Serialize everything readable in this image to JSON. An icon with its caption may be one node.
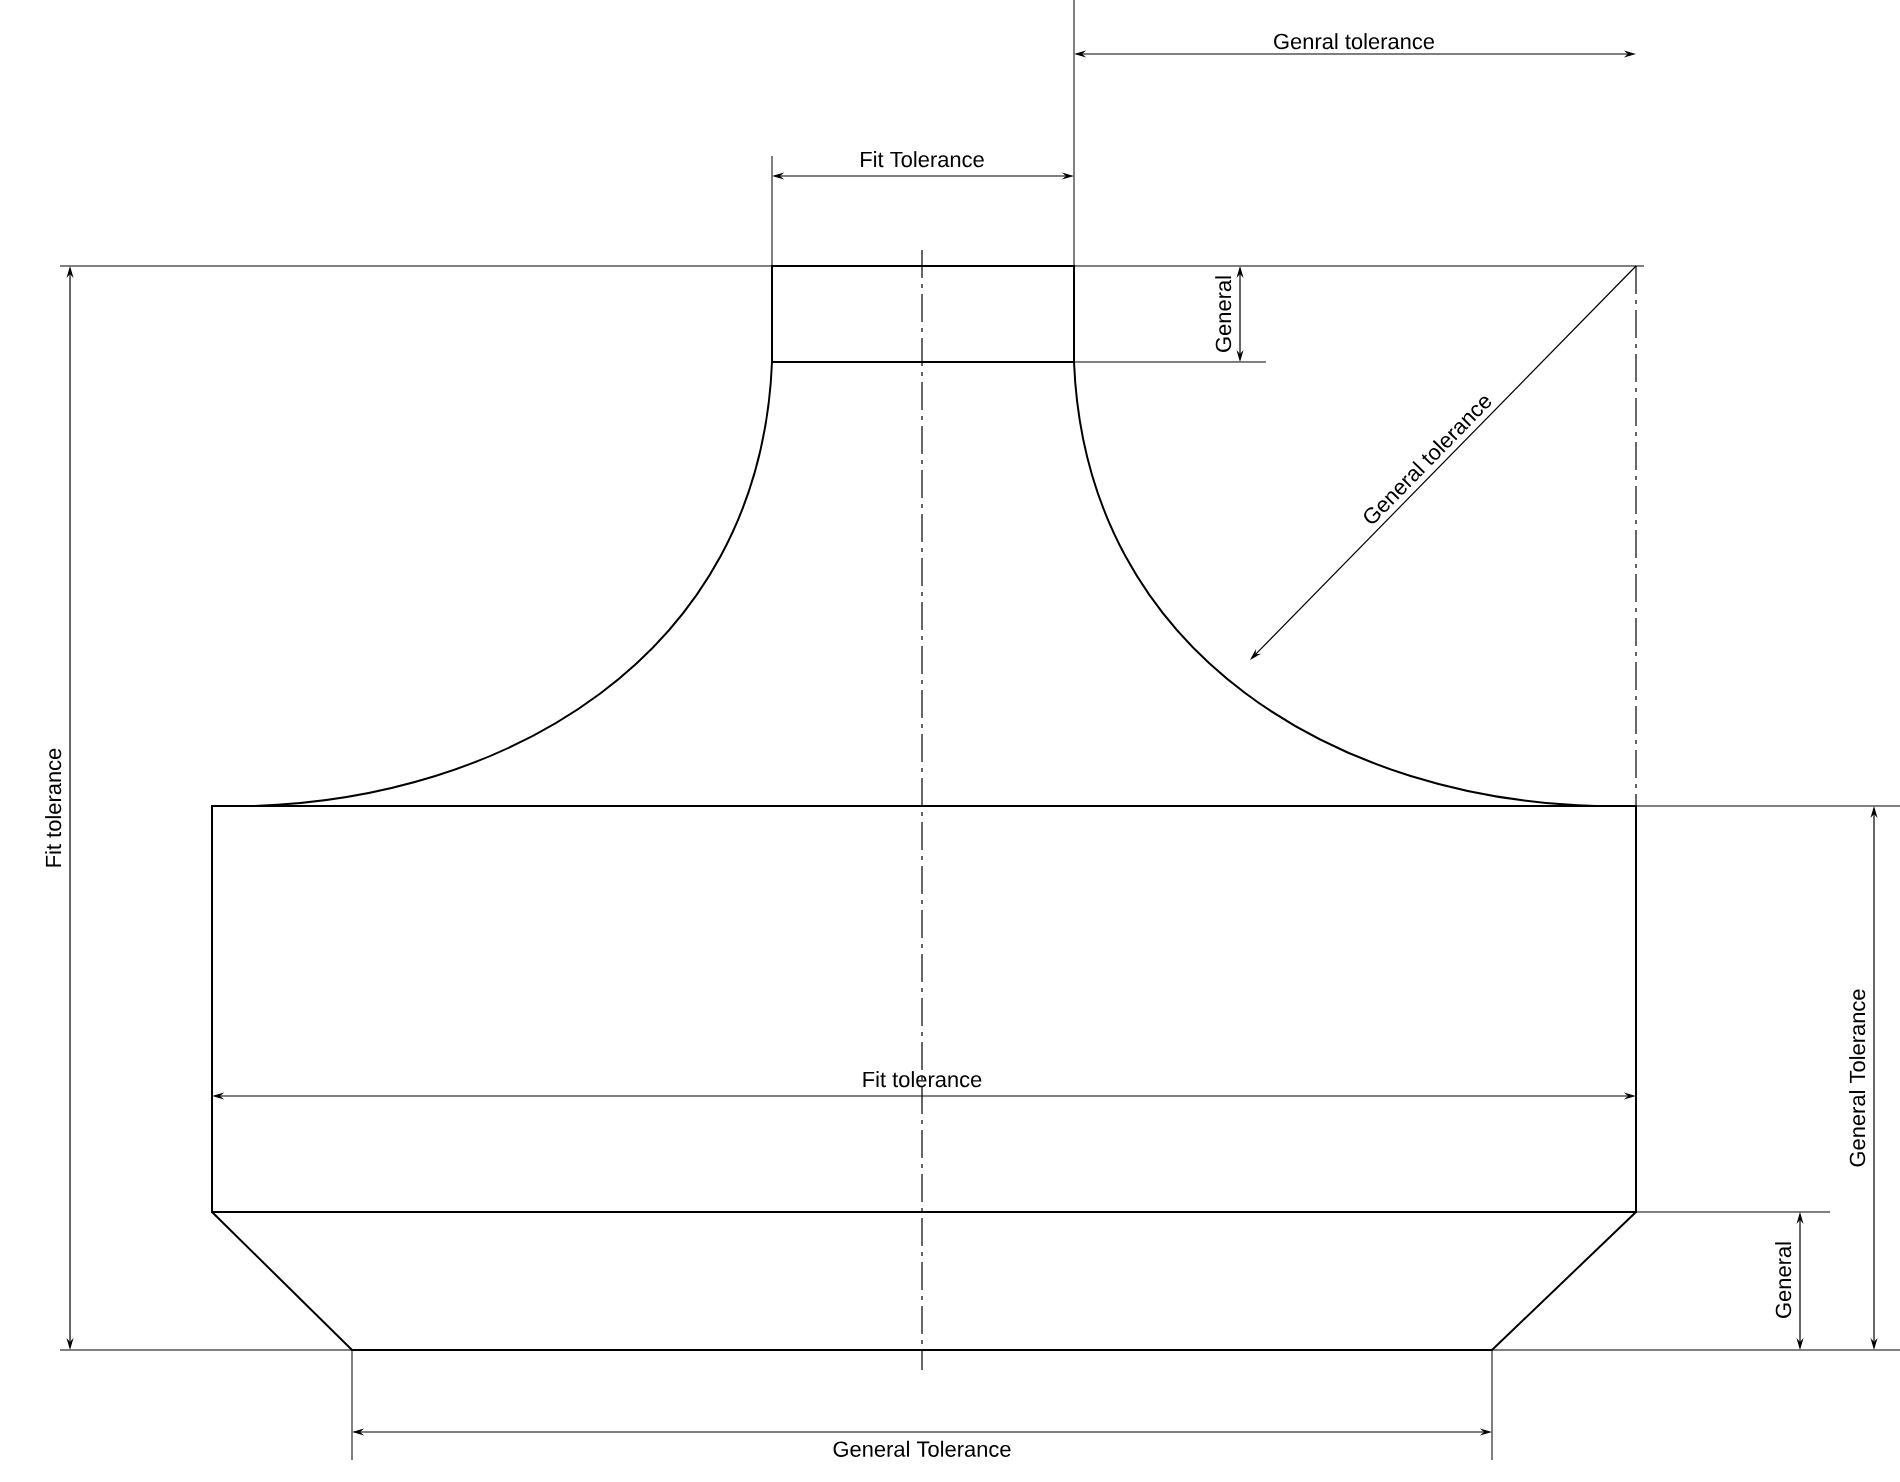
{
  "diagram": {
    "labels": [
      "Genral tolerance",
      "Fit Tolerance",
      "General",
      "General tolerance",
      "Fit tolerance",
      "Fit tolerance",
      "General Tolerance",
      "General",
      "General Tolerance"
    ]
  }
}
